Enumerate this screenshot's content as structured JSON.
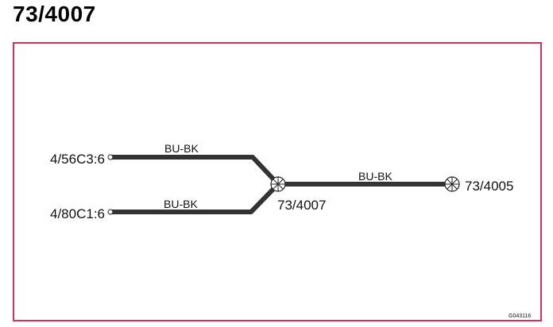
{
  "diagram": {
    "title": "73/4007",
    "connectors": {
      "left_top": "4/56C3:6",
      "left_bottom": "4/80C1:6",
      "splice_center": "73/4007",
      "right_end": "73/4005"
    },
    "wires": {
      "top": "BU-BK",
      "bottom": "BU-BK",
      "right": "BU-BK"
    },
    "figure_code": "G043116",
    "colors": {
      "frame": "#d0325a",
      "wire": "#333333"
    }
  }
}
